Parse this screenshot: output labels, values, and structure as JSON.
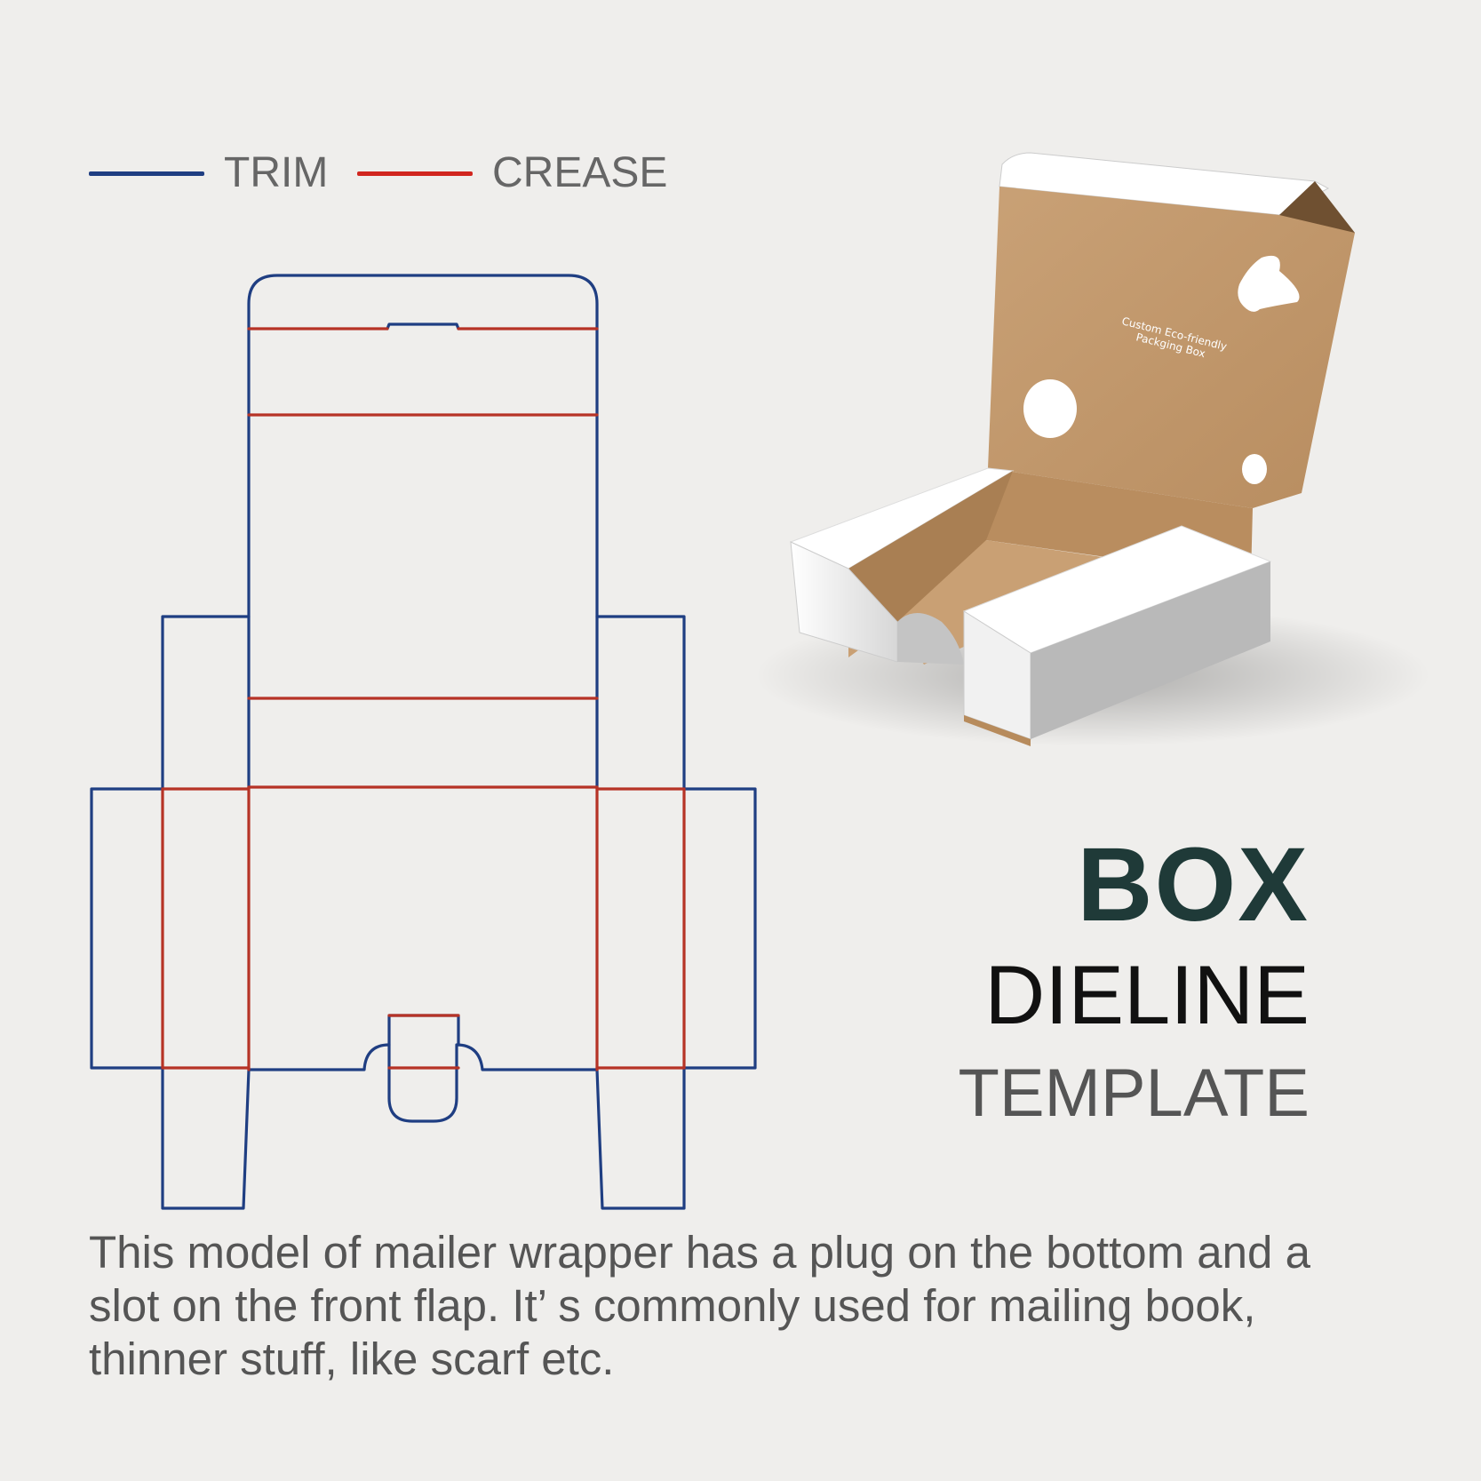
{
  "legend": {
    "trim": {
      "label": "TRIM",
      "color": "#1f3e82"
    },
    "crease": {
      "label": "CREASE",
      "color": "#d1261f"
    }
  },
  "dieline": {
    "trim_color": "#1f3e82",
    "crease_color": "#b63326"
  },
  "box_photo": {
    "lid_text_line1": "Custom Eco-friendly",
    "lid_text_line2": "Packging Box",
    "kraft_color": "#c49a6c",
    "white_color": "#ffffff"
  },
  "title": {
    "main": "BOX",
    "sub": "DIELINE",
    "sub2": "TEMPLATE"
  },
  "description": "This model of mailer wrapper has a plug on the bottom and a slot on the front flap. It’  s  commonly used for mailing book, thinner stuff, like scarf etc."
}
